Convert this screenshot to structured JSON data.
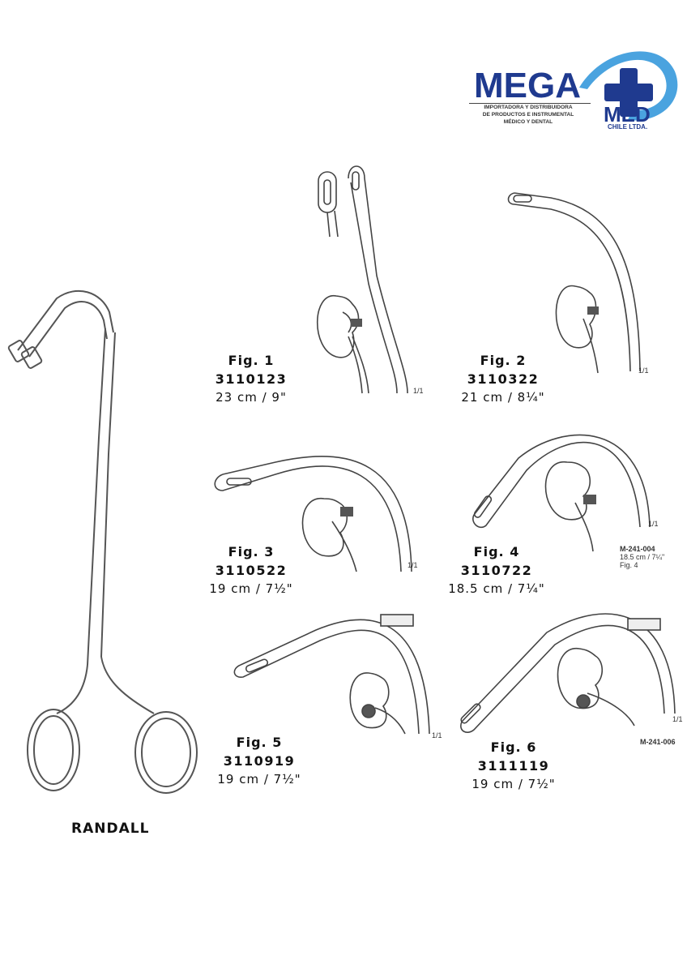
{
  "logo": {
    "brand": "MEGA",
    "brand_sub": "MED",
    "company": "CHILE LTDA.",
    "tagline": [
      "IMPORTADORA Y DISTRIBUIDORA",
      "DE PRODUCTOS E INSTRUMENTAL",
      "MÉDICO Y DENTAL"
    ],
    "colors": {
      "blue_dark": "#1f3a8f",
      "blue_light": "#4aa3df"
    }
  },
  "product": {
    "name": "RANDALL"
  },
  "figures": [
    {
      "fig": "Fig. 1",
      "code": "3110123",
      "size": "23 cm / 9\"",
      "scale": "1/1"
    },
    {
      "fig": "Fig. 2",
      "code": "3110322",
      "size": "21 cm / 8¼\"",
      "scale": "1/1"
    },
    {
      "fig": "Fig. 3",
      "code": "3110522",
      "size": "19 cm / 7½\"",
      "scale": "1/1"
    },
    {
      "fig": "Fig. 4",
      "code": "3110722",
      "size": "18.5 cm / 7¼\"",
      "scale": "1/1",
      "catalog_ref": "M-241-004",
      "catalog_size": "18.5 cm / 7¼\"",
      "catalog_fig": "Fig. 4"
    },
    {
      "fig": "Fig. 5",
      "code": "3110919",
      "size": "19 cm / 7½\"",
      "scale": "1/1"
    },
    {
      "fig": "Fig. 6",
      "code": "3111119",
      "size": "19 cm / 7½\"",
      "scale": "1/1",
      "catalog_ref": "M-241-006"
    }
  ]
}
